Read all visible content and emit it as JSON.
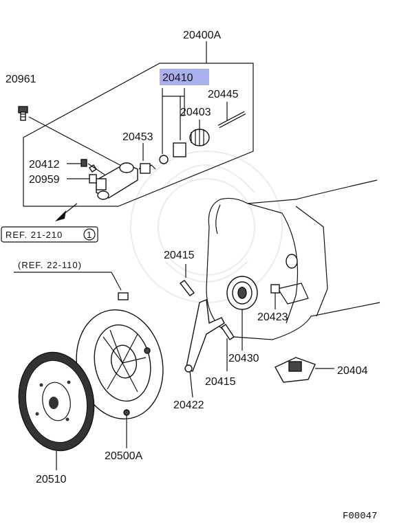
{
  "diagram": {
    "highlight_color": "#aab0ee",
    "labels": {
      "p20400A": "20400A",
      "p20961": "20961",
      "p20410": "20410",
      "p20445": "20445",
      "p20403": "20403",
      "p20453": "20453",
      "p20412": "20412",
      "p20959": "20959",
      "ref_21": "REF. 21-210",
      "ref_21_num": "1",
      "ref_22": "(REF. 22-110)",
      "p20415a": "20415",
      "p20423": "20423",
      "p20430": "20430",
      "p20404": "20404",
      "p20415b": "20415",
      "p20422": "20422",
      "p20500A": "20500A",
      "p20510": "20510",
      "code": "F00047"
    }
  }
}
